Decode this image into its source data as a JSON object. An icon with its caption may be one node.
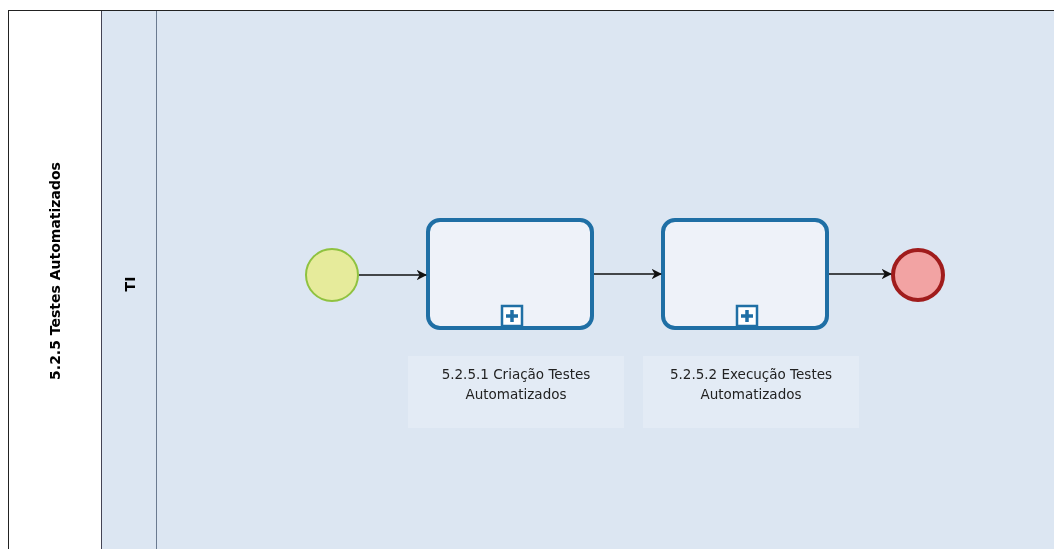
{
  "diagram": {
    "nodes": [
      {
        "text": [
          "5.2.5 Testes Automatizados"
        ]
      },
      {
        "text": [
          "TI"
        ],
        "in": 0
      },
      {
        "text": [],
        "shape": "circle",
        "in": 1
      },
      {
        "text": [],
        "shape": "box",
        "in": 1,
        "beside": [
          "5.2.5.1 Criação Testes Automatizados"
        ]
      },
      {
        "text": [],
        "shape": "box",
        "in": 1,
        "beside": [
          "5.2.5.2 Execução Testes Automatizados"
        ]
      },
      {
        "text": [],
        "shape": "circle",
        "in": 1
      }
    ],
    "edges": [
      {
        "from": 2,
        "to": 3,
        "arrow": "to"
      },
      {
        "from": 3,
        "to": 4,
        "arrow": "to"
      },
      {
        "from": 4,
        "to": 5,
        "arrow": "to"
      }
    ]
  }
}
